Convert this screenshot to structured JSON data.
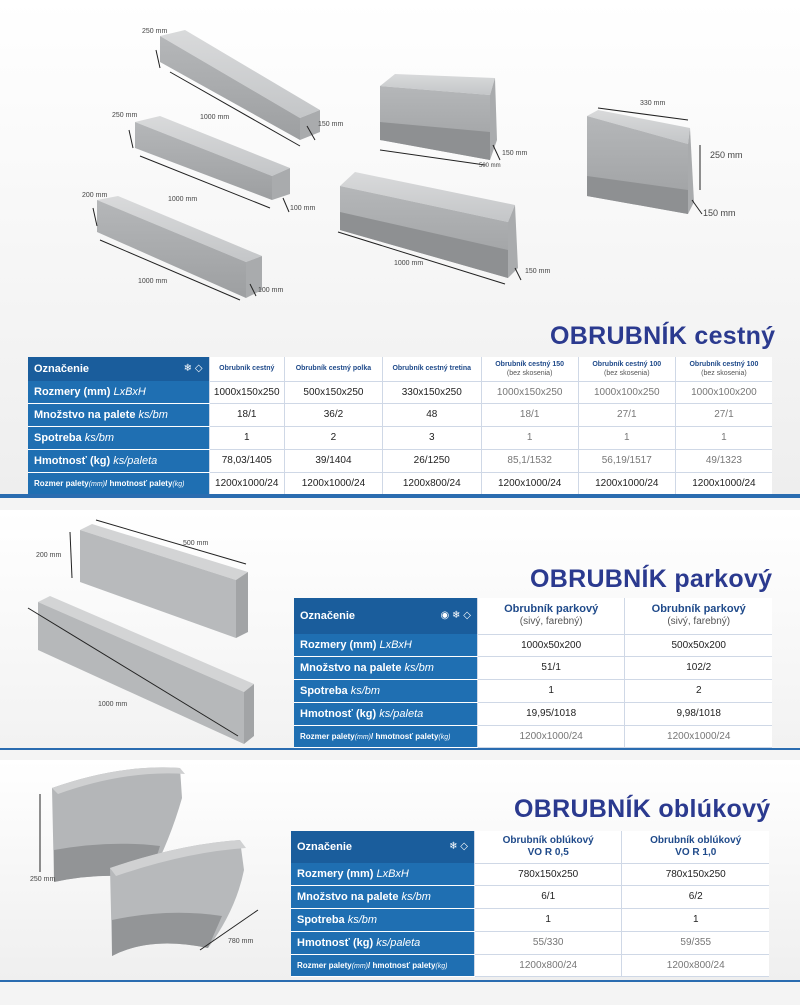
{
  "section1": {
    "title": "OBRUBNÍK cestný",
    "dims": {
      "a_250": "250 mm",
      "a_1000": "1000 mm",
      "a_150": "150 mm",
      "b_250": "250 mm",
      "b_1000": "1000 mm",
      "b_100": "100 mm",
      "c_200": "200 mm",
      "c_1000": "1000 mm",
      "c_100": "100 mm",
      "d_150": "150 mm",
      "d_500": "500 mm",
      "e_1000": "1000 mm",
      "e_150": "150 mm",
      "f_330": "330 mm",
      "f_250": "250 mm",
      "f_150": "150 mm"
    },
    "table": {
      "label_header": "Označenie",
      "columns": [
        {
          "name": "Obrubník cestný",
          "sub": ""
        },
        {
          "name": "Obrubník cestný polka",
          "sub": ""
        },
        {
          "name": "Obrubník cestný tretina",
          "sub": ""
        },
        {
          "name": "Obrubník cestný 150",
          "sub": "(bez skosenia)"
        },
        {
          "name": "Obrubník cestný 100",
          "sub": "(bez skosenia)"
        },
        {
          "name": "Obrubník cestný 100",
          "sub": "(bez skosenia)"
        }
      ],
      "rows": [
        {
          "label": "Rozmery (mm)",
          "unit": "LxBxH",
          "values": [
            "1000x150x250",
            "500x150x250",
            "330x150x250",
            "1000x150x250",
            "1000x100x250",
            "1000x100x200"
          ]
        },
        {
          "label": "Množstvo na palete",
          "unit": "ks/bm",
          "values": [
            "18/1",
            "36/2",
            "48",
            "18/1",
            "27/1",
            "27/1"
          ]
        },
        {
          "label": "Spotreba",
          "unit": "ks/bm",
          "values": [
            "1",
            "2",
            "3",
            "1",
            "1",
            "1"
          ]
        },
        {
          "label": "Hmotnosť (kg)",
          "unit": "ks/paleta",
          "values": [
            "78,03/1405",
            "39/1404",
            "26/1250",
            "85,1/1532",
            "56,19/1517",
            "49/1323"
          ]
        },
        {
          "label": "Rozmer palety",
          "unit": "(mm)",
          "label2": "/ hmotnosť palety",
          "unit2": "(kg)",
          "values": [
            "1200x1000/24",
            "1200x1000/24",
            "1200x800/24",
            "1200x1000/24",
            "1200x1000/24",
            "1200x1000/24"
          ]
        }
      ]
    }
  },
  "section2": {
    "title": "OBRUBNÍK parkový",
    "dims": {
      "h_200": "200 mm",
      "l_500": "500 mm",
      "l_1000": "1000 mm"
    },
    "table": {
      "label_header": "Označenie",
      "columns": [
        {
          "name": "Obrubník parkový",
          "sub": "(sivý, farebný)"
        },
        {
          "name": "Obrubník parkový",
          "sub": "(sivý, farebný)"
        }
      ],
      "rows": [
        {
          "label": "Rozmery (mm)",
          "unit": "LxBxH",
          "values": [
            "1000x50x200",
            "500x50x200"
          ]
        },
        {
          "label": "Množstvo na palete",
          "unit": "ks/bm",
          "values": [
            "51/1",
            "102/2"
          ]
        },
        {
          "label": "Spotreba",
          "unit": "ks/bm",
          "values": [
            "1",
            "2"
          ]
        },
        {
          "label": "Hmotnosť (kg)",
          "unit": "ks/paleta",
          "values": [
            "19,95/1018",
            "9,98/1018"
          ]
        },
        {
          "label": "Rozmer palety",
          "unit": "(mm)",
          "label2": "/ hmotnosť palety",
          "unit2": "(kg)",
          "values": [
            "1200x1000/24",
            "1200x1000/24"
          ]
        }
      ]
    }
  },
  "section3": {
    "title": "OBRUBNÍK oblúkový",
    "dims": {
      "h_250": "250 mm",
      "l_780": "780 mm"
    },
    "table": {
      "label_header": "Označenie",
      "columns": [
        {
          "name": "Obrubník oblúkový",
          "sub": "VO R 0,5"
        },
        {
          "name": "Obrubník oblúkový",
          "sub": "VO R 1,0"
        }
      ],
      "rows": [
        {
          "label": "Rozmery (mm)",
          "unit": "LxBxH",
          "values": [
            "780x150x250",
            "780x150x250"
          ]
        },
        {
          "label": "Množstvo na palete",
          "unit": "ks/bm",
          "values": [
            "6/1",
            "6/2"
          ]
        },
        {
          "label": "Spotreba",
          "unit": "ks/bm",
          "values": [
            "1",
            "1"
          ]
        },
        {
          "label": "Hmotnosť (kg)",
          "unit": "ks/paleta",
          "values": [
            "55/330",
            "59/355"
          ]
        },
        {
          "label": "Rozmer palety",
          "unit": "(mm)",
          "label2": "/ hmotnosť palety",
          "unit2": "(kg)",
          "values": [
            "1200x800/24",
            "1200x800/24"
          ]
        }
      ]
    }
  },
  "icons": {
    "snowflake": "snowflake-icon",
    "diamond": "diamond-icon",
    "circle": "circle-badge-icon"
  },
  "colors": {
    "accent": "#1f6fb2",
    "title": "#2b3a8f",
    "concrete": "#b9bbbd"
  }
}
